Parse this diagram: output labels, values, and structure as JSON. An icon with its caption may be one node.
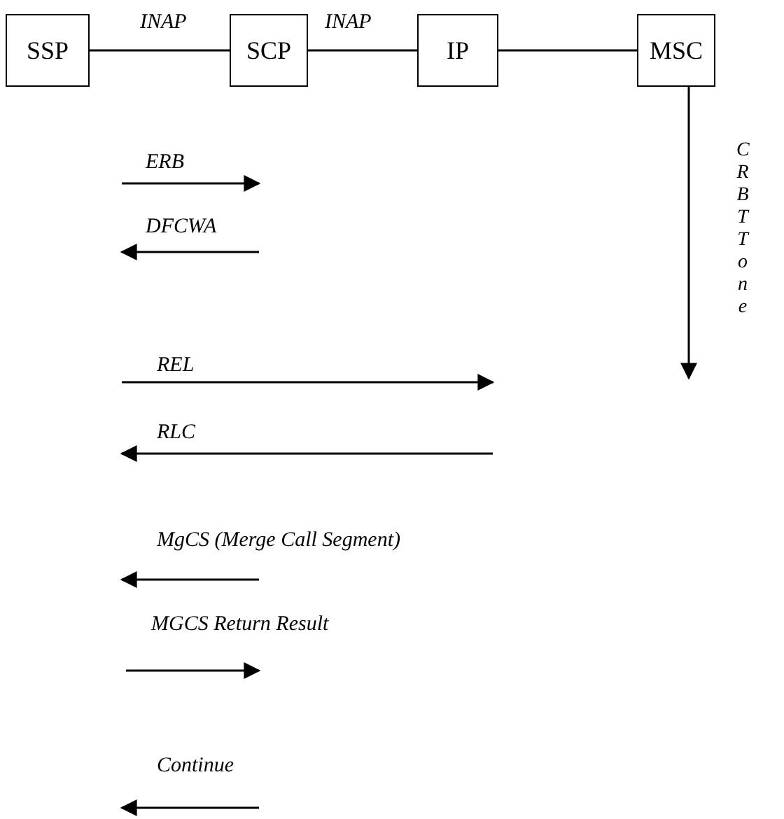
{
  "diagram": {
    "nodes": [
      {
        "text": [
          "SSP"
        ]
      },
      {
        "text": [
          "SCP"
        ]
      },
      {
        "text": [
          "IP"
        ]
      },
      {
        "text": [
          "MSC"
        ]
      }
    ],
    "edges": [
      {
        "from": 0,
        "to": 1,
        "arrow": "none",
        "label": "INAP"
      },
      {
        "from": 1,
        "to": 2,
        "arrow": "none",
        "label": "INAP"
      },
      {
        "from": 2,
        "to": 3,
        "arrow": "none"
      },
      {
        "from": 3,
        "to": null,
        "arrow": "to",
        "label": "CRBT Tone"
      }
    ],
    "labels": [
      "ERB",
      "DFCWA",
      "REL",
      "RLC",
      "MgCS (Merge Call Segment)",
      "MGCS Return Result",
      "Continue"
    ]
  }
}
